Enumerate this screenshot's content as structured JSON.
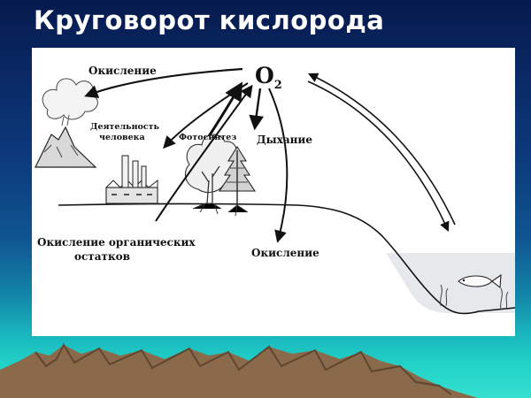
{
  "slide": {
    "title": "Круговорот кислорода"
  },
  "diagram": {
    "o2_label": "O",
    "o2_subscript": "2",
    "labels": {
      "oxidation_top": "Окисление",
      "human_activity_line1": "Деятельность",
      "human_activity_line2": "человека",
      "photosynthesis": "Фотосинтез",
      "respiration": "Дыхание",
      "organic_oxidation_line1": "Окисление органических",
      "organic_oxidation_line2": "остатков",
      "oxidation_bottom": "Окисление"
    }
  },
  "colors": {
    "title_text": "#ffffff",
    "panel_background": "#ffffff",
    "ink": "#111111",
    "water": "#e6e8ec",
    "mountain": "#8a6a4a"
  }
}
